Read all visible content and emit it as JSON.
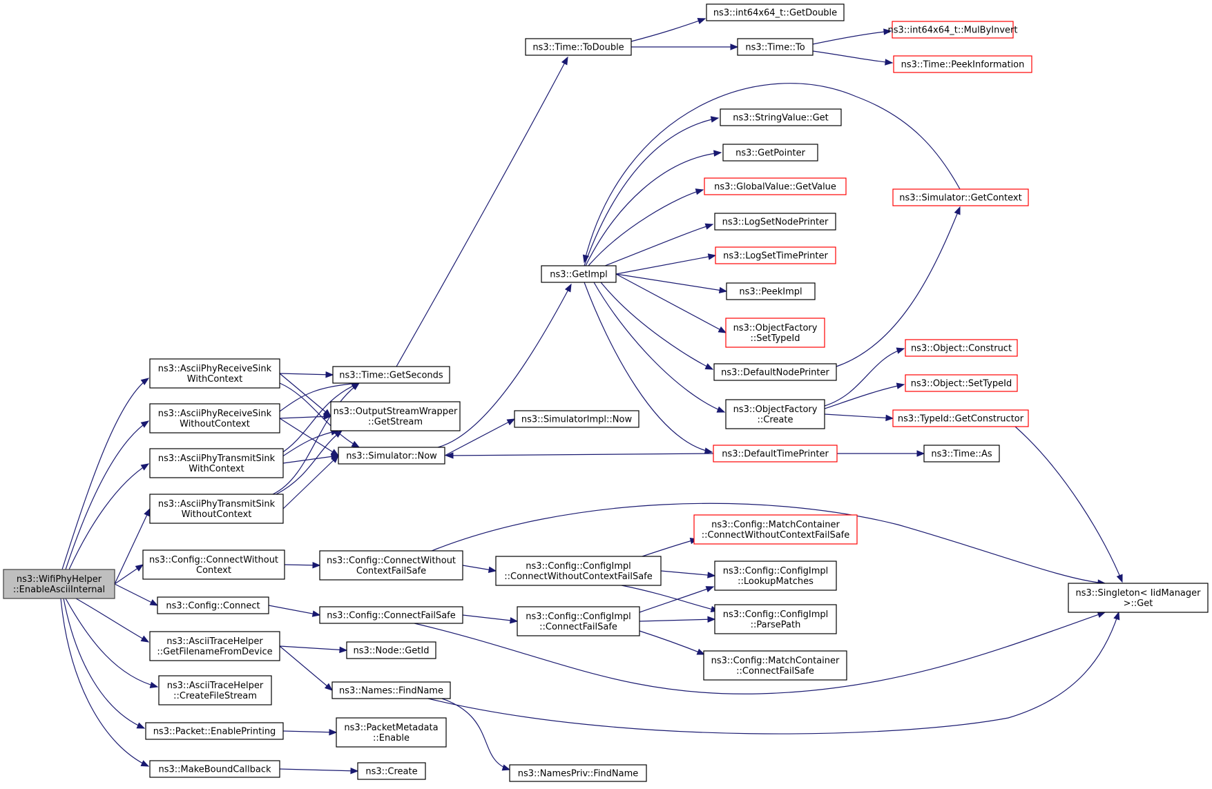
{
  "colors": {
    "edge": "#191970",
    "border": "#000000",
    "truncated_border": "#ff0000",
    "root_fill": "#bfbfbf"
  },
  "nodes": [
    {
      "id": "root",
      "lines": [
        "ns3::WifiPhyHelper",
        "::EnableAsciiInternal"
      ],
      "truncated": false,
      "root": true
    },
    {
      "id": "rxsink_ctx",
      "lines": [
        "ns3::AsciiPhyReceiveSink",
        "WithContext"
      ],
      "truncated": false
    },
    {
      "id": "rxsink_noctx",
      "lines": [
        "ns3::AsciiPhyReceiveSink",
        "WithoutContext"
      ],
      "truncated": false
    },
    {
      "id": "txsink_ctx",
      "lines": [
        "ns3::AsciiPhyTransmitSink",
        "WithContext"
      ],
      "truncated": false
    },
    {
      "id": "txsink_noctx",
      "lines": [
        "ns3::AsciiPhyTransmitSink",
        "WithoutContext"
      ],
      "truncated": false
    },
    {
      "id": "cfg_connwo",
      "lines": [
        "ns3::Config::ConnectWithout",
        "Context"
      ],
      "truncated": false
    },
    {
      "id": "cfg_connect",
      "lines": [
        "ns3::Config::Connect"
      ],
      "truncated": false
    },
    {
      "id": "ath_getfn",
      "lines": [
        "ns3::AsciiTraceHelper",
        "::GetFilenameFromDevice"
      ],
      "truncated": false
    },
    {
      "id": "ath_create",
      "lines": [
        "ns3::AsciiTraceHelper",
        "::CreateFileStream"
      ],
      "truncated": false
    },
    {
      "id": "pkt_enable",
      "lines": [
        "ns3::Packet::EnablePrinting"
      ],
      "truncated": false
    },
    {
      "id": "makebound",
      "lines": [
        "ns3::MakeBoundCallback"
      ],
      "truncated": false
    },
    {
      "id": "time_getsec",
      "lines": [
        "ns3::Time::GetSeconds"
      ],
      "truncated": false
    },
    {
      "id": "osw_getstream",
      "lines": [
        "ns3::OutputStreamWrapper",
        "::GetStream"
      ],
      "truncated": false
    },
    {
      "id": "sim_now",
      "lines": [
        "ns3::Simulator::Now"
      ],
      "truncated": false
    },
    {
      "id": "cfg_connwofs",
      "lines": [
        "ns3::Config::ConnectWithout",
        "ContextFailSafe"
      ],
      "truncated": false
    },
    {
      "id": "cfg_connfs",
      "lines": [
        "ns3::Config::ConnectFailSafe"
      ],
      "truncated": false
    },
    {
      "id": "node_getid",
      "lines": [
        "ns3::Node::GetId"
      ],
      "truncated": false
    },
    {
      "id": "names_find",
      "lines": [
        "ns3::Names::FindName"
      ],
      "truncated": false
    },
    {
      "id": "pm_enable",
      "lines": [
        "ns3::PacketMetadata",
        "::Enable"
      ],
      "truncated": false
    },
    {
      "id": "ns3_create",
      "lines": [
        "ns3::Create"
      ],
      "truncated": false
    },
    {
      "id": "time_todouble",
      "lines": [
        "ns3::Time::ToDouble"
      ],
      "truncated": false
    },
    {
      "id": "simimpl_now",
      "lines": [
        "ns3::SimulatorImpl::Now"
      ],
      "truncated": false
    },
    {
      "id": "getimpl",
      "lines": [
        "ns3::GetImpl"
      ],
      "truncated": false
    },
    {
      "id": "cfgimpl_cwofs",
      "lines": [
        "ns3::Config::ConfigImpl",
        "::ConnectWithoutContextFailSafe"
      ],
      "truncated": false
    },
    {
      "id": "cfgimpl_cfs",
      "lines": [
        "ns3::Config::ConfigImpl",
        "::ConnectFailSafe"
      ],
      "truncated": false
    },
    {
      "id": "namespriv_find",
      "lines": [
        "ns3::NamesPriv::FindName"
      ],
      "truncated": false
    },
    {
      "id": "int64_getdouble",
      "lines": [
        "ns3::int64x64_t::GetDouble"
      ],
      "truncated": false
    },
    {
      "id": "time_to",
      "lines": [
        "ns3::Time::To"
      ],
      "truncated": false
    },
    {
      "id": "stringvalue_get",
      "lines": [
        "ns3::StringValue::Get"
      ],
      "truncated": false
    },
    {
      "id": "getpointer",
      "lines": [
        "ns3::GetPointer"
      ],
      "truncated": false
    },
    {
      "id": "gv_getvalue",
      "lines": [
        "ns3::GlobalValue::GetValue"
      ],
      "truncated": true
    },
    {
      "id": "logsetnode",
      "lines": [
        "ns3::LogSetNodePrinter"
      ],
      "truncated": false
    },
    {
      "id": "logsettime",
      "lines": [
        "ns3::LogSetTimePrinter"
      ],
      "truncated": true
    },
    {
      "id": "peekimpl",
      "lines": [
        "ns3::PeekImpl"
      ],
      "truncated": false
    },
    {
      "id": "of_settypeid",
      "lines": [
        "ns3::ObjectFactory",
        "::SetTypeId"
      ],
      "truncated": true
    },
    {
      "id": "defnodeprinter",
      "lines": [
        "ns3::DefaultNodePrinter"
      ],
      "truncated": false
    },
    {
      "id": "of_create",
      "lines": [
        "ns3::ObjectFactory",
        "::Create"
      ],
      "truncated": false
    },
    {
      "id": "deftimeprinter",
      "lines": [
        "ns3::DefaultTimePrinter"
      ],
      "truncated": true
    },
    {
      "id": "mc_cwofs",
      "lines": [
        "ns3::Config::MatchContainer",
        "::ConnectWithoutContextFailSafe"
      ],
      "truncated": true
    },
    {
      "id": "cfgimpl_lookup",
      "lines": [
        "ns3::Config::ConfigImpl",
        "::LookupMatches"
      ],
      "truncated": false
    },
    {
      "id": "cfgimpl_parse",
      "lines": [
        "ns3::Config::ConfigImpl",
        "::ParsePath"
      ],
      "truncated": false
    },
    {
      "id": "mc_cfs",
      "lines": [
        "ns3::Config::MatchContainer",
        "::ConnectFailSafe"
      ],
      "truncated": false
    },
    {
      "id": "int64_mulbyinvert",
      "lines": [
        "ns3::int64x64_t::MulByInvert"
      ],
      "truncated": true
    },
    {
      "id": "time_peekinfo",
      "lines": [
        "ns3::Time::PeekInformation"
      ],
      "truncated": true
    },
    {
      "id": "sim_getcontext",
      "lines": [
        "ns3::Simulator::GetContext"
      ],
      "truncated": true
    },
    {
      "id": "obj_construct",
      "lines": [
        "ns3::Object::Construct"
      ],
      "truncated": true
    },
    {
      "id": "obj_settypeid",
      "lines": [
        "ns3::Object::SetTypeId"
      ],
      "truncated": true
    },
    {
      "id": "typeid_getctor",
      "lines": [
        "ns3::TypeId::GetConstructor"
      ],
      "truncated": true
    },
    {
      "id": "time_as",
      "lines": [
        "ns3::Time::As"
      ],
      "truncated": false
    },
    {
      "id": "singleton_get",
      "lines": [
        "ns3::Singleton< IidManager",
        " >::Get"
      ],
      "truncated": false
    }
  ],
  "edges": [
    [
      "root",
      "rxsink_ctx"
    ],
    [
      "root",
      "rxsink_noctx"
    ],
    [
      "root",
      "txsink_ctx"
    ],
    [
      "root",
      "txsink_noctx"
    ],
    [
      "root",
      "cfg_connwo"
    ],
    [
      "root",
      "cfg_connect"
    ],
    [
      "root",
      "ath_getfn"
    ],
    [
      "root",
      "ath_create"
    ],
    [
      "root",
      "pkt_enable"
    ],
    [
      "root",
      "makebound"
    ],
    [
      "rxsink_ctx",
      "time_getsec"
    ],
    [
      "rxsink_ctx",
      "osw_getstream"
    ],
    [
      "rxsink_ctx",
      "sim_now"
    ],
    [
      "rxsink_noctx",
      "time_getsec"
    ],
    [
      "rxsink_noctx",
      "osw_getstream"
    ],
    [
      "rxsink_noctx",
      "sim_now"
    ],
    [
      "txsink_ctx",
      "time_getsec"
    ],
    [
      "txsink_ctx",
      "osw_getstream"
    ],
    [
      "txsink_ctx",
      "sim_now"
    ],
    [
      "txsink_noctx",
      "time_getsec"
    ],
    [
      "txsink_noctx",
      "osw_getstream"
    ],
    [
      "txsink_noctx",
      "sim_now"
    ],
    [
      "time_getsec",
      "time_todouble"
    ],
    [
      "time_todouble",
      "int64_getdouble"
    ],
    [
      "time_todouble",
      "time_to"
    ],
    [
      "time_to",
      "int64_mulbyinvert"
    ],
    [
      "time_to",
      "time_peekinfo"
    ],
    [
      "sim_now",
      "getimpl"
    ],
    [
      "sim_now",
      "simimpl_now"
    ],
    [
      "getimpl",
      "stringvalue_get"
    ],
    [
      "getimpl",
      "getpointer"
    ],
    [
      "getimpl",
      "gv_getvalue"
    ],
    [
      "getimpl",
      "logsetnode"
    ],
    [
      "getimpl",
      "logsettime"
    ],
    [
      "getimpl",
      "peekimpl"
    ],
    [
      "getimpl",
      "of_settypeid"
    ],
    [
      "getimpl",
      "defnodeprinter"
    ],
    [
      "getimpl",
      "of_create"
    ],
    [
      "getimpl",
      "deftimeprinter"
    ],
    [
      "sim_getcontext",
      "getimpl"
    ],
    [
      "defnodeprinter",
      "sim_getcontext"
    ],
    [
      "of_create",
      "obj_construct"
    ],
    [
      "of_create",
      "obj_settypeid"
    ],
    [
      "of_create",
      "typeid_getctor"
    ],
    [
      "typeid_getctor",
      "singleton_get"
    ],
    [
      "deftimeprinter",
      "sim_now"
    ],
    [
      "deftimeprinter",
      "time_as"
    ],
    [
      "cfg_connwo",
      "cfg_connwofs"
    ],
    [
      "cfg_connwofs",
      "cfgimpl_cwofs"
    ],
    [
      "cfg_connwofs",
      "singleton_get"
    ],
    [
      "cfgimpl_cwofs",
      "mc_cwofs"
    ],
    [
      "cfgimpl_cwofs",
      "cfgimpl_lookup"
    ],
    [
      "cfgimpl_cwofs",
      "cfgimpl_parse"
    ],
    [
      "cfg_connect",
      "cfg_connfs"
    ],
    [
      "cfg_connfs",
      "cfgimpl_cfs"
    ],
    [
      "cfg_connfs",
      "singleton_get"
    ],
    [
      "cfgimpl_cfs",
      "cfgimpl_lookup"
    ],
    [
      "cfgimpl_cfs",
      "cfgimpl_parse"
    ],
    [
      "cfgimpl_cfs",
      "mc_cfs"
    ],
    [
      "ath_getfn",
      "node_getid"
    ],
    [
      "ath_getfn",
      "names_find"
    ],
    [
      "names_find",
      "namespriv_find"
    ],
    [
      "names_find",
      "singleton_get"
    ],
    [
      "pkt_enable",
      "pm_enable"
    ],
    [
      "makebound",
      "ns3_create"
    ]
  ]
}
